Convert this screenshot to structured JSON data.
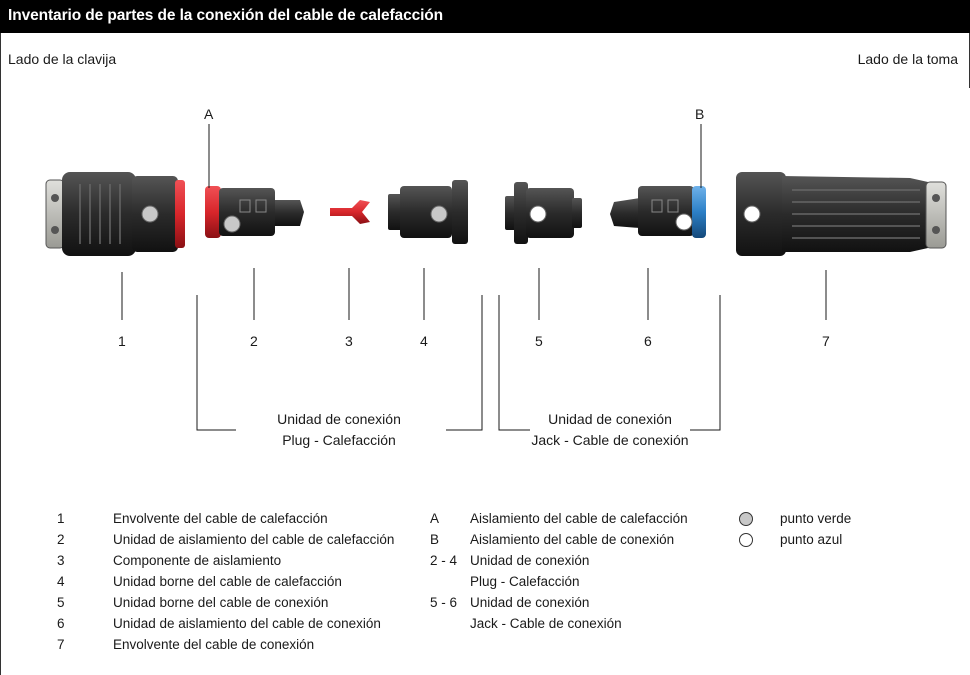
{
  "header": {
    "title": "Inventario de partes de la conexión del cable de calefacción"
  },
  "sides": {
    "plug": "Lado de la clavija",
    "jack": "Lado de la toma"
  },
  "letters": [
    "A",
    "B"
  ],
  "numbers": [
    "1",
    "2",
    "3",
    "4",
    "5",
    "6",
    "7"
  ],
  "groups": [
    {
      "line1": "Unidad de conexión",
      "line2": "Plug - Calefacción"
    },
    {
      "line1": "Unidad de conexión",
      "line2": "Jack - Cable de conexión"
    }
  ],
  "colors": {
    "red_ring": "#d8262b",
    "blue_ring": "#2c7fc6",
    "part_dark": "#2b2b2b",
    "green_dot": "#c8c8c8",
    "blue_dot": "#ffffff"
  },
  "legend_parts": [
    {
      "num": "1",
      "text": "Envolvente del cable de calefacción"
    },
    {
      "num": "2",
      "text": "Unidad de aislamiento del cable de calefacción"
    },
    {
      "num": "3",
      "text": "Componente de aislamiento"
    },
    {
      "num": "4",
      "text": "Unidad borne del cable de calefacción"
    },
    {
      "num": "5",
      "text": "Unidad borne del cable de conexión"
    },
    {
      "num": "6",
      "text": "Unidad de aislamiento del cable de conexión"
    },
    {
      "num": "7",
      "text": "Envolvente del cable de conexión"
    }
  ],
  "legend_letters": [
    {
      "num": "A",
      "text": "Aislamiento del cable de calefacción"
    },
    {
      "num": "B",
      "text": "Aislamiento del cable de conexión"
    },
    {
      "num": "2 - 4",
      "text": "Unidad de conexión"
    },
    {
      "num": "",
      "text": "Plug - Calefacción"
    },
    {
      "num": "5 - 6",
      "text": "Unidad de conexión"
    },
    {
      "num": "",
      "text": "Jack - Cable de conexión"
    }
  ],
  "legend_dots": [
    {
      "icon": "green-dot",
      "text": "punto verde"
    },
    {
      "icon": "blue-dot",
      "text": "punto azul"
    }
  ]
}
